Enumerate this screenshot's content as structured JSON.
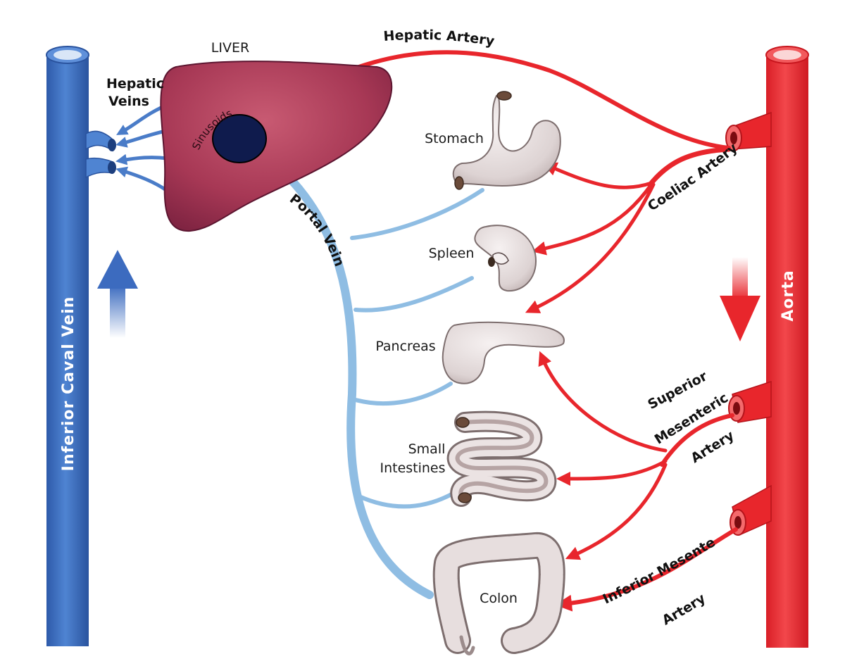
{
  "labels": {
    "liver": "LIVER",
    "sinusoids": "Sinusoids",
    "hepatic_veins_1": "Hepatic",
    "hepatic_veins_2": "Veins",
    "hepatic_artery": "Hepatic Artery",
    "portal_vein": "Portal Vein",
    "coeliac_artery": "Coeliac Artery",
    "superior_mesenteric_1": "Superior",
    "superior_mesenteric_2": "Mesenteric",
    "superior_mesenteric_3": "Artery",
    "inferior_mesenteric_1": "Inferior Mesenteric",
    "inferior_mesenteric_2": "Artery",
    "inferior_caval_vein": "Inferior Caval Vein",
    "aorta": "Aorta"
  },
  "organs": [
    {
      "id": "stomach",
      "label": "Stomach"
    },
    {
      "id": "spleen",
      "label": "Spleen"
    },
    {
      "id": "pancreas",
      "label": "Pancreas"
    },
    {
      "id": "small-intestines",
      "label_1": "Small",
      "label_2": "Intestines"
    },
    {
      "id": "colon",
      "label": "Colon"
    }
  ],
  "colors": {
    "vein_blue": "#3d6fc0",
    "portal_blue": "#8fbde3",
    "artery_red": "#e8262c",
    "liver": "#a83a55",
    "organ": "#e4dcdc"
  }
}
